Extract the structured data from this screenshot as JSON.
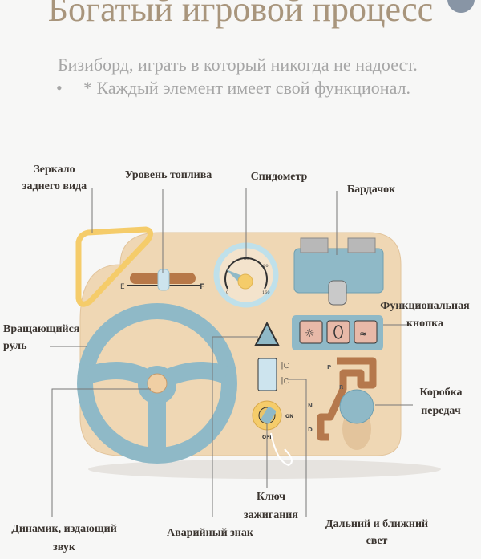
{
  "header": {
    "title": "Богатый игровой процесс",
    "subtitle": "Бизиборд, играть в который никогда не надоест.",
    "bullet": "•",
    "bullet_text": "* Каждый элемент имеет свой функционал."
  },
  "board_marks": {
    "fuel_empty": "E",
    "fuel_full": "F",
    "speed_80": "80",
    "speed_120": "120",
    "speed_160": "160",
    "speed_0": "0",
    "ignition_on": "ON",
    "ignition_off": "OFF",
    "gear_p": "P",
    "gear_r": "R",
    "gear_n": "N",
    "gear_d": "D"
  },
  "labels": {
    "mirror_1": "Зеркало",
    "mirror_2": "заднего вида",
    "fuel": "Уровень топлива",
    "speedometer": "Спидометр",
    "glovebox": "Бардачок",
    "function_1": "Функциональная",
    "function_2": "кнопка",
    "wheel_1": "Вращающийся",
    "wheel_2": "руль",
    "gearbox_1": "Коробка",
    "gearbox_2": "передач",
    "key_1": "Ключ",
    "key_2": "зажигания",
    "lights_1": "Дальний и ближний",
    "lights_2": "свет",
    "hazard": "Аварийный знак",
    "speaker_1": "Динамик, издающий",
    "speaker_2": "звук"
  },
  "colors": {
    "wood": "#efd7b4",
    "blue": "#8fb9c7",
    "yellow": "#f5cc6a",
    "pink": "#e8b9a8"
  }
}
